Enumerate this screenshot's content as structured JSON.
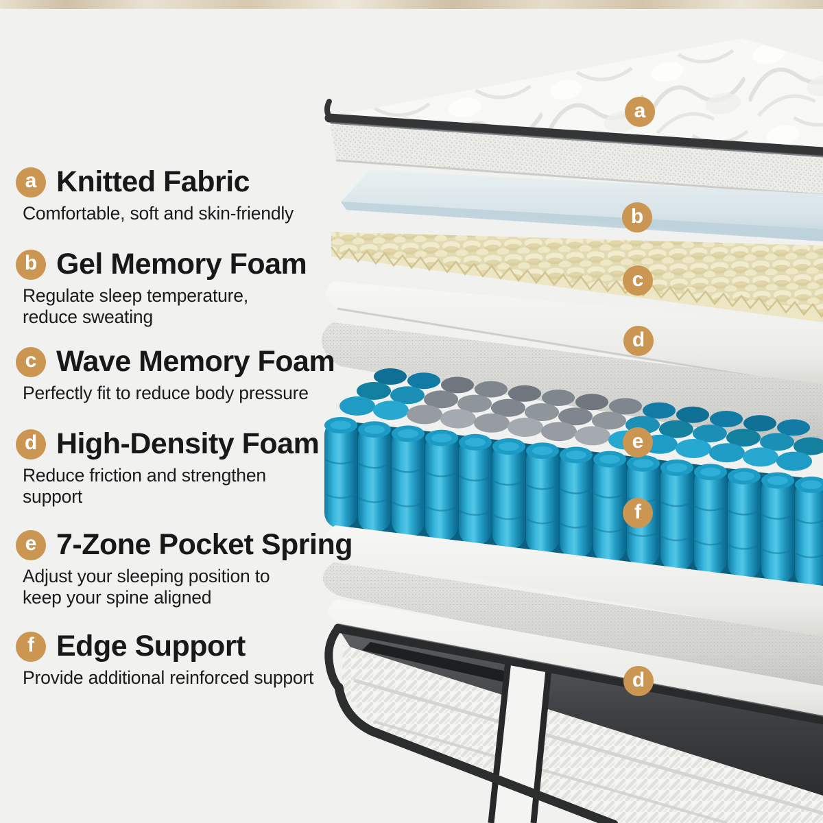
{
  "page": {
    "background_color": "#F1F1EF",
    "top_strip_color": "#D8CCB4",
    "accent_badge_color": "#CB9552",
    "badge_text_color": "#FFFFFF"
  },
  "sections": [
    {
      "letter": "a",
      "title": "Knitted Fabric",
      "description": "Comfortable, soft and skin-friendly"
    },
    {
      "letter": "b",
      "title": "Gel Memory Foam",
      "description": "Regulate sleep temperature,\nreduce sweating"
    },
    {
      "letter": "c",
      "title": "Wave Memory Foam",
      "description": "Perfectly fit to reduce body pressure"
    },
    {
      "letter": "d",
      "title": "High-Density Foam",
      "description": "Reduce friction and strengthen\nsupport"
    },
    {
      "letter": "e",
      "title": "7-Zone Pocket Spring",
      "description": "Adjust your sleeping position to\nkeep your spine aligned"
    },
    {
      "letter": "f",
      "title": "Edge Support",
      "description": "Provide additional reinforced support"
    }
  ],
  "diagram": {
    "badges": [
      {
        "letter": "a",
        "layer": "knitted-fabric-top"
      },
      {
        "letter": "b",
        "layer": "gel-memory-foam-layer"
      },
      {
        "letter": "c",
        "layer": "wave-memory-foam-layer"
      },
      {
        "letter": "d",
        "layer": "high-density-foam-layer"
      },
      {
        "letter": "e",
        "layer": "pocket-spring-layer"
      },
      {
        "letter": "f",
        "layer": "edge-support-springs"
      },
      {
        "letter": "d",
        "layer": "high-density-foam-bottom-layer"
      }
    ],
    "layer_colors": {
      "knitted_fabric_top": "#F8F8F6",
      "knit_side_band": "#EBEBE8",
      "piping": "#333537",
      "gel_memory_foam": "#D9E5EA",
      "wave_memory_foam": "#EDE6C4",
      "high_density_foam": "#F2F2F0",
      "gray_foam": "#D9D9D5",
      "pocket_spring_cyan": "#2CACD4",
      "pocket_spring_gray_zone": "#959BA1",
      "base_dark": "#35373A",
      "base_panel": "#F5F5F3"
    }
  }
}
